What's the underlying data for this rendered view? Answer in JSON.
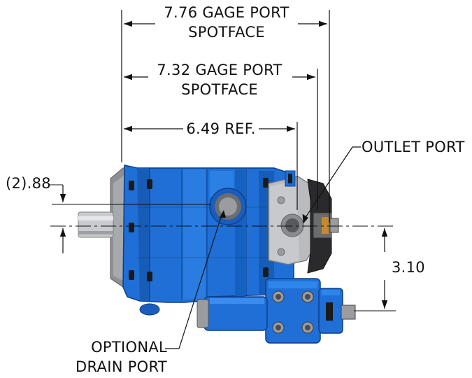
{
  "dimensions": {
    "gage_port_776": {
      "value": "7.76 GAGE PORT",
      "label": "SPOTFACE"
    },
    "gage_port_732": {
      "value": "7.32 GAGE PORT",
      "label": "SPOTFACE"
    },
    "reference": {
      "value": "6.49 REF."
    },
    "shaft_offset": {
      "value": "(2).88"
    },
    "outlet_height": {
      "value": "3.10"
    }
  },
  "callouts": {
    "outlet_port": "OUTLET PORT",
    "drain_port": {
      "line1": "OPTIONAL",
      "line2": "DRAIN PORT"
    }
  },
  "colors": {
    "pump_body": "#1f6fd6",
    "pump_shadow": "#0d3f8a",
    "pump_highlight": "#4a93ee",
    "flange_gray": "#8d8f93",
    "cover_gray": "#b9bbbf",
    "cap_dark": "#2a2a2c",
    "bolt_dark": "#1a1a1a"
  }
}
